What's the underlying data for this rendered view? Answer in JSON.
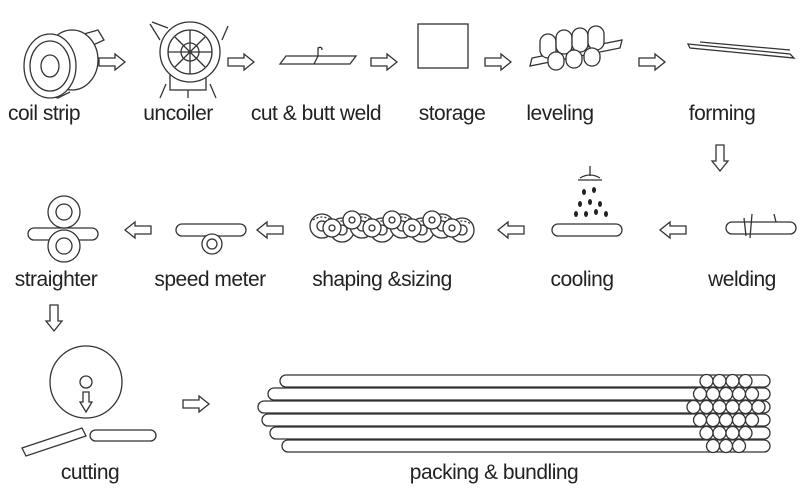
{
  "steps": {
    "coil_strip": "coil strip",
    "uncoiler": "uncoiler",
    "cut_butt_weld": "cut & butt weld",
    "storage": "storage",
    "leveling": "leveling",
    "forming": "forming",
    "welding": "welding",
    "cooling": "cooling",
    "shaping_sizing": "shaping &sizing",
    "speed_meter": "speed meter",
    "straighter": "straighter",
    "cutting": "cutting",
    "packing_bundling": "packing & bundling"
  },
  "flow": [
    "coil strip",
    "uncoiler",
    "cut & butt weld",
    "storage",
    "leveling",
    "forming",
    "welding",
    "cooling",
    "shaping &sizing",
    "speed meter",
    "straighter",
    "cutting",
    "packing & bundling"
  ]
}
